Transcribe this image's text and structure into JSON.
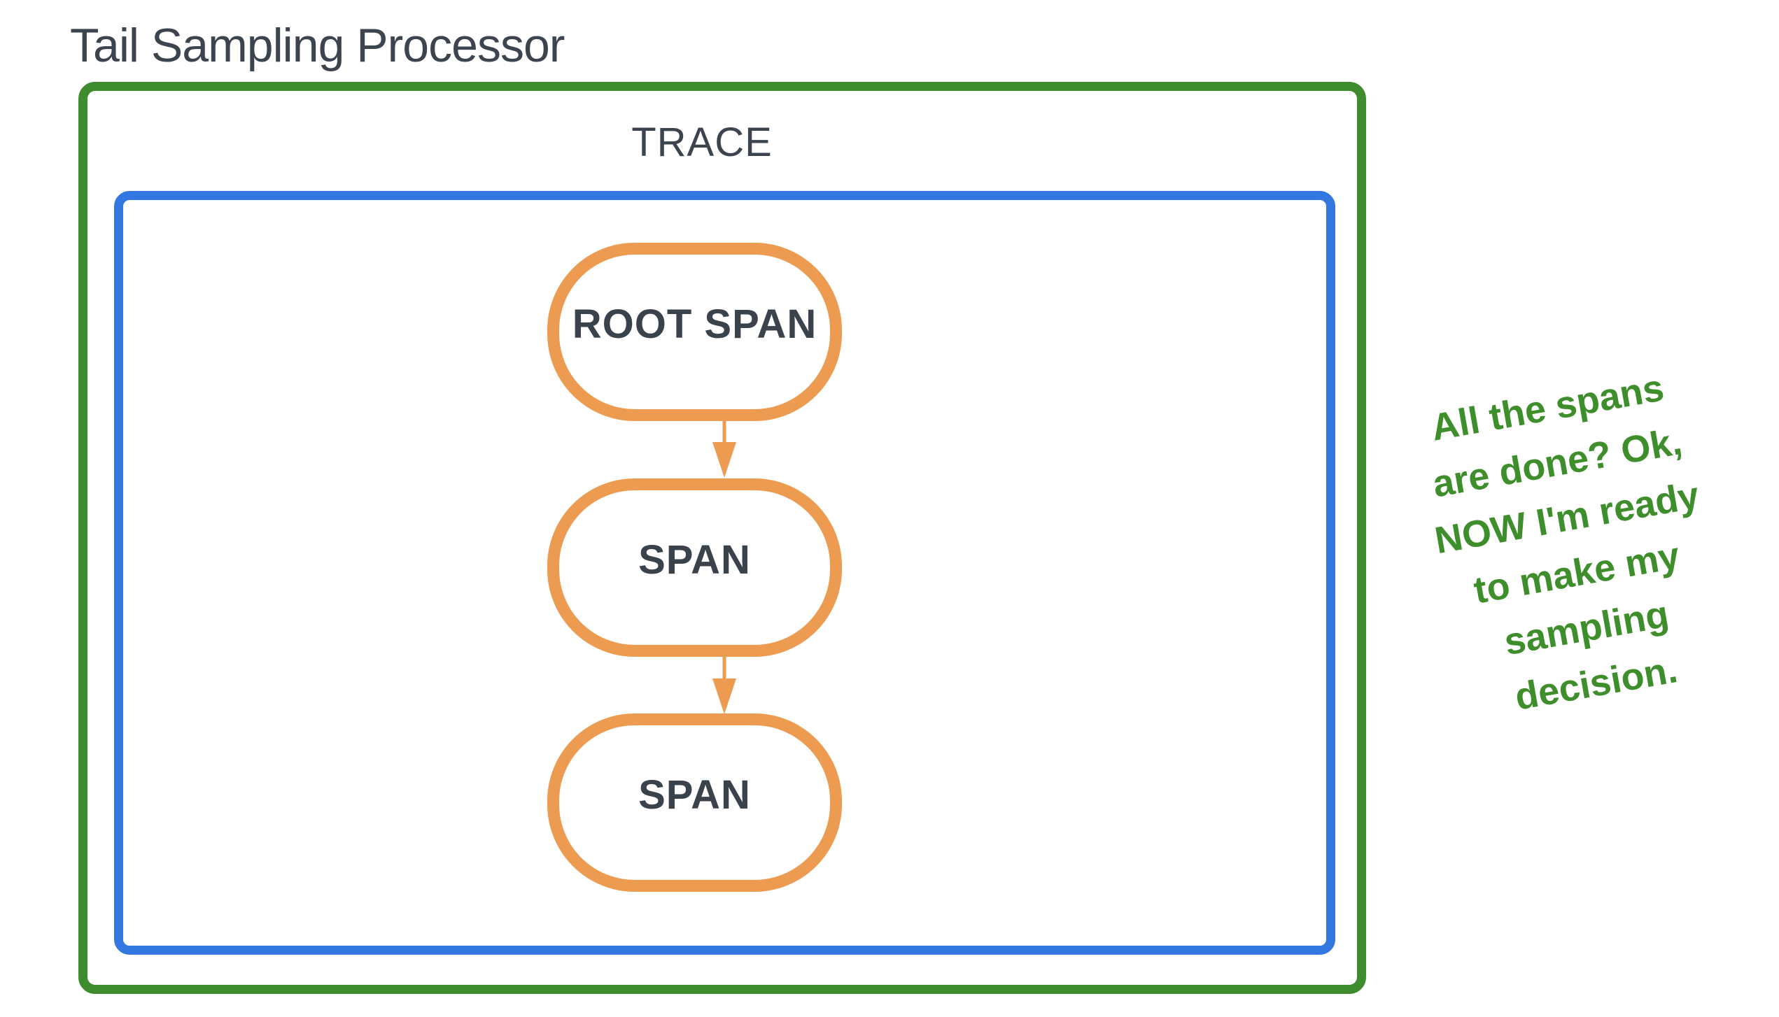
{
  "title": "Tail Sampling Processor",
  "trace": {
    "label": "TRACE"
  },
  "nodes": [
    {
      "id": "root-span",
      "label": "ROOT SPAN"
    },
    {
      "id": "span-1",
      "label": "SPAN"
    },
    {
      "id": "span-2",
      "label": "SPAN"
    }
  ],
  "annotation": {
    "lines": [
      "All the spans",
      "are done? Ok,",
      "NOW I'm ready",
      "to make my",
      "sampling",
      "decision."
    ]
  },
  "colors": {
    "outer_box_green": "#3E8C2E",
    "trace_box_blue": "#3377E0",
    "span_node_orange": "#EC9B50",
    "dark_text": "#3C4450",
    "annotation_green": "#3E8E2B"
  }
}
